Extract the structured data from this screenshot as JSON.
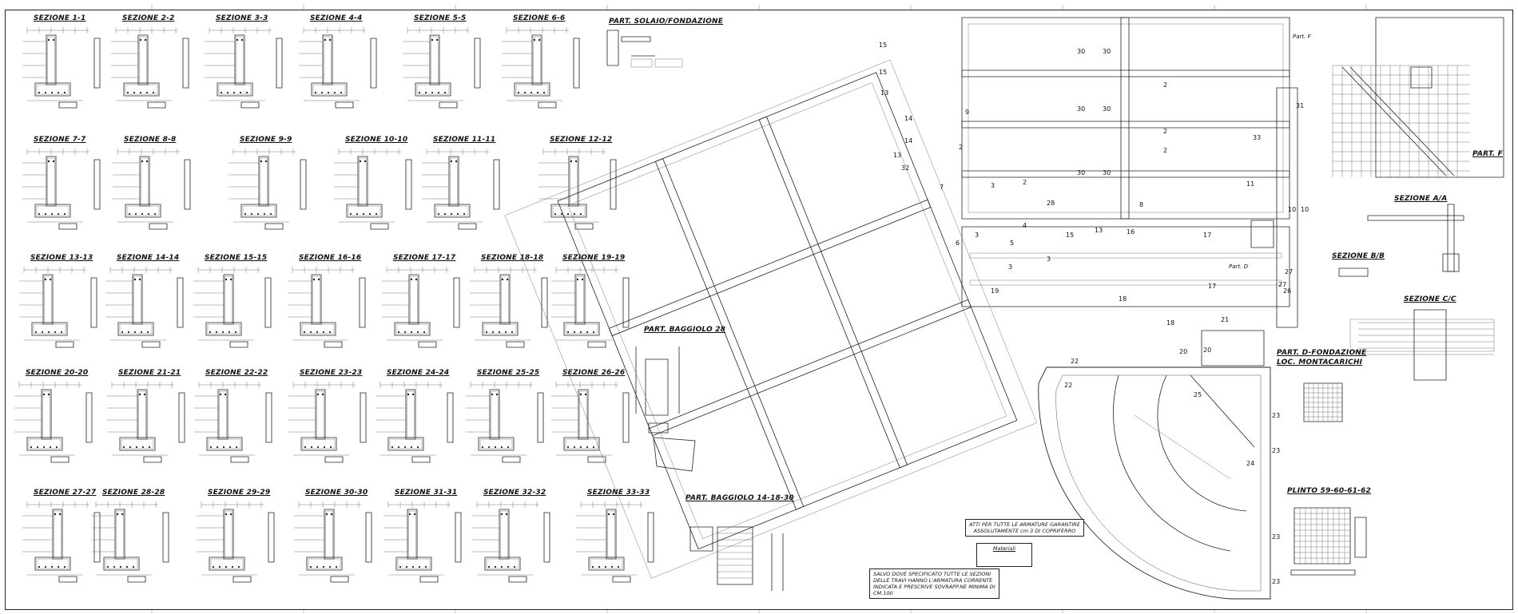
{
  "sections": [
    "SEZIONE 1-1",
    "SEZIONE 2-2",
    "SEZIONE 3-3",
    "SEZIONE 4-4",
    "SEZIONE 5-5",
    "SEZIONE 6-6",
    "SEZIONE 7-7",
    "SEZIONE 8-8",
    "SEZIONE 9-9",
    "SEZIONE 10-10",
    "SEZIONE 11-11",
    "SEZIONE 12-12",
    "SEZIONE 13-13",
    "SEZIONE 14-14",
    "SEZIONE 15-15",
    "SEZIONE 16-16",
    "SEZIONE 17-17",
    "SEZIONE 18-18",
    "SEZIONE 19-19",
    "SEZIONE 20-20",
    "SEZIONE 21-21",
    "SEZIONE 22-22",
    "SEZIONE 23-23",
    "SEZIONE 24-24",
    "SEZIONE 25-25",
    "SEZIONE 26-26",
    "SEZIONE 27-27",
    "SEZIONE 28-28",
    "SEZIONE 29-29",
    "SEZIONE 30-30",
    "SEZIONE 31-31",
    "SEZIONE 32-32",
    "SEZIONE 33-33"
  ],
  "details": {
    "solaio": "PART. SOLAIO/FONDAZIONE",
    "baggiolo28": "PART. BAGGIOLO 28",
    "baggiolo141830": "PART. BAGGIOLO 14-18-30",
    "sezione_aa": "SEZIONE A/A",
    "sezione_bb": "SEZIONE B/B",
    "sezione_cc": "SEZIONE C/C",
    "part_f": "PART. F",
    "part_d_line1": "PART. D-FONDAZIONE",
    "part_d_line2": "LOC. MONTACARICHI",
    "plinto": "PLINTO 59-60-61-62",
    "part_f_small": "Part. F",
    "part_d_small": "Part. D"
  },
  "notes": {
    "attesi_1": "ATTI PER TUTTE LE ARMATURE GARANTIRE",
    "attesi_2": "ASSOLUTAMENTE cm 3 DI COPRIFERRO",
    "salvo_1": "SALVO DOVE SPECIFICATO TUTTE LE SEZIONI",
    "salvo_2": "DELLE TRAVI HANNO L'ARMATURA CORRENTE",
    "salvo_3": "INDICATA E PRESCRIVE SOVRAPP.NE MINIMA DI",
    "salvo_4": "CM.100",
    "materiali": "Materiali"
  },
  "plan_numbers": [
    "15",
    "15",
    "13",
    "14",
    "14",
    "13",
    "32",
    "30",
    "30",
    "30",
    "30",
    "30",
    "30",
    "9",
    "2",
    "2",
    "2",
    "8",
    "11",
    "33",
    "3",
    "3",
    "3",
    "4",
    "15",
    "13",
    "16",
    "17",
    "17",
    "21",
    "19",
    "18",
    "18",
    "20",
    "20",
    "22",
    "22",
    "23",
    "23",
    "23",
    "23",
    "24",
    "25",
    "26",
    "27",
    "27",
    "28",
    "31",
    "10",
    "10",
    "2",
    "2",
    "7",
    "3",
    "5",
    "6"
  ]
}
